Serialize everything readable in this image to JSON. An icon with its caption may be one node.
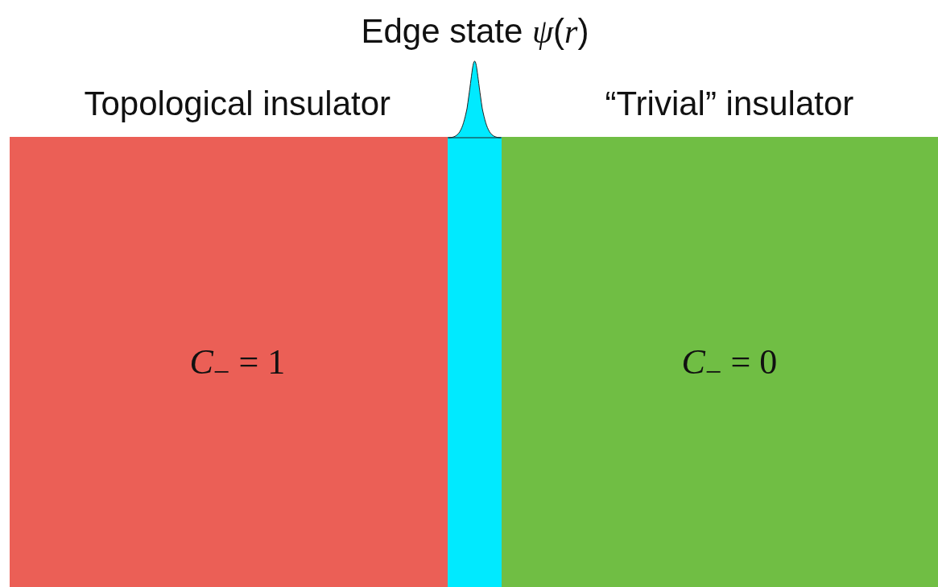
{
  "diagram": {
    "nodes": [
      {
        "text": [
          "Topological insulator",
          "*C*$_{−}$ = 1"
        ]
      },
      {
        "text": [
          "Edge state *ψ*(*r*)"
        ]
      },
      {
        "text": [
          "“Trivial” insulator",
          "*C*$_{−}$ = 0"
        ]
      }
    ]
  }
}
